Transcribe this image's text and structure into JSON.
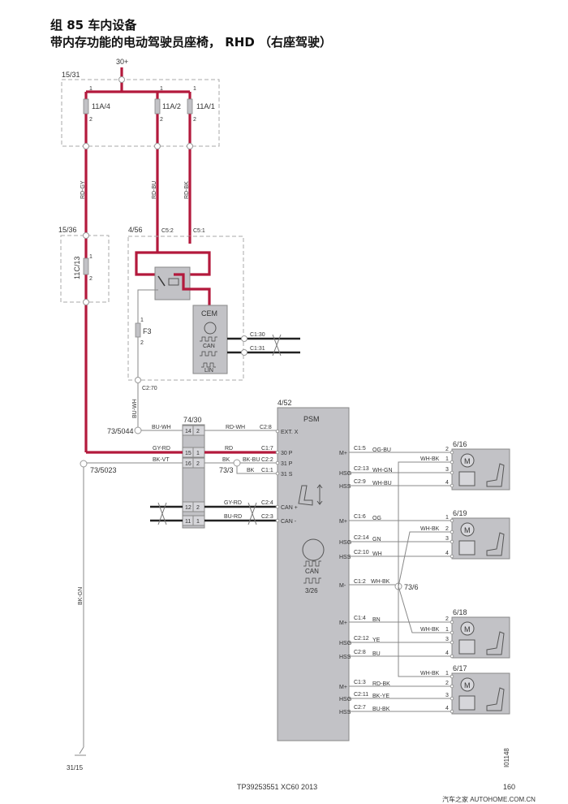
{
  "header": {
    "group_title": "组 85 车内设备",
    "subtitle": "带内存功能的电动驾驶员座椅， RHD （右座驾驶）"
  },
  "supply": {
    "label": "30+"
  },
  "fusebox_main": {
    "id": "15/31",
    "fuses": [
      "11A/4",
      "11A/2",
      "11A/1"
    ],
    "pin1": "1",
    "pin2": "2"
  },
  "fusebox_aux": {
    "id": "15/36",
    "fuse": "11C/13",
    "pin1": "1",
    "pin2": "2"
  },
  "wires": {
    "rd_gy": "RD-GY",
    "rd_bu": "RD-BU",
    "rd_bk": "RD-BK",
    "bu_wh": "BU-WH",
    "bk_gn": "BK-GN"
  },
  "cem_unit": {
    "id": "4/56",
    "c5_2": "C5:2",
    "c5_1": "C5:1",
    "name": "CEM",
    "can": "CAN",
    "lin": "LIN",
    "fuse": "F3",
    "f_pin1": "1",
    "f_pin2": "2",
    "c1_30": "C1:30",
    "c1_31": "C1:31",
    "c2_70": "C2:70"
  },
  "connector": {
    "id": "74/30",
    "rows": [
      [
        "14",
        "2"
      ],
      [
        "15",
        "1"
      ],
      [
        "16",
        "2"
      ],
      [
        "12",
        "2"
      ],
      [
        "11",
        "1"
      ]
    ]
  },
  "grounds": {
    "g5044": "73/5044",
    "g5023": "73/5023",
    "g3": "73/3",
    "g6": "73/6",
    "g3115": "31/15"
  },
  "psm_wires": {
    "bu_wh": "BU-WH",
    "rd_wh": "RD-WH",
    "c2_8": "C2:8",
    "gy_rd": "GY-RD",
    "rd": "RD",
    "c1_7": "C1:7",
    "bk_vt": "BK-VT",
    "bk": "BK",
    "bk_bu": "BK-BU",
    "c2_2": "C2:2",
    "bk2": "BK",
    "c1_1": "C1:1",
    "gy_rd2": "GY-RD",
    "c2_4": "C2:4",
    "bu_rd": "BU-RD",
    "c2_3": "C2:3"
  },
  "psm": {
    "id": "4/52",
    "name": "PSM",
    "sub_id": "3/26",
    "can": "CAN",
    "left_pins": [
      "EXT. X",
      "30 P",
      "31 P",
      "31 S",
      "CAN +",
      "CAN -"
    ],
    "m_minus": {
      "pin": "M-",
      "conn": "C1:2",
      "wire": "WH-BK"
    }
  },
  "motors": [
    {
      "id": "6/16",
      "return": {
        "wire": "WH-BK",
        "pin": "1"
      },
      "rows": [
        {
          "pin": "M+",
          "conn": "C1:5",
          "wire": "OG-BU",
          "mpin": "2"
        },
        {
          "pin": "HSG",
          "conn": "C2:13",
          "wire": "WH-GN",
          "mpin": "3"
        },
        {
          "pin": "HSS",
          "conn": "C2:9",
          "wire": "WH-BU",
          "mpin": "4"
        }
      ]
    },
    {
      "id": "6/19",
      "return": {
        "wire": "WH-BK",
        "pin": "2"
      },
      "rows": [
        {
          "pin": "M+",
          "conn": "C1:6",
          "wire": "OG",
          "mpin": "1"
        },
        {
          "pin": "HSG",
          "conn": "C2:14",
          "wire": "GN",
          "mpin": "3"
        },
        {
          "pin": "HSS",
          "conn": "C2:10",
          "wire": "WH",
          "mpin": "4"
        }
      ]
    },
    {
      "id": "6/18",
      "return": {
        "wire": "WH-BK",
        "pin": "1"
      },
      "rows": [
        {
          "pin": "M+",
          "conn": "C1:4",
          "wire": "BN",
          "mpin": "2"
        },
        {
          "pin": "HSG",
          "conn": "C2:12",
          "wire": "YE",
          "mpin": "3"
        },
        {
          "pin": "HSS",
          "conn": "C2:8",
          "wire": "BU",
          "mpin": "4"
        }
      ]
    },
    {
      "id": "6/17",
      "return": {
        "wire": "WH-BK",
        "pin": "1"
      },
      "rows": [
        {
          "pin": "M+",
          "conn": "C1:3",
          "wire": "RD-BK",
          "mpin": "2"
        },
        {
          "pin": "HSG",
          "conn": "C2:11",
          "wire": "BK-YE",
          "mpin": "3"
        },
        {
          "pin": "HSS",
          "conn": "C2:7",
          "wire": "BU-BK",
          "mpin": "4"
        }
      ]
    }
  ],
  "footer": {
    "doc": "TP39253551 XC60 2013",
    "page": "160",
    "figure_id": "I01148",
    "watermark": "汽车之家  AUTOHOME.COM.CN"
  }
}
